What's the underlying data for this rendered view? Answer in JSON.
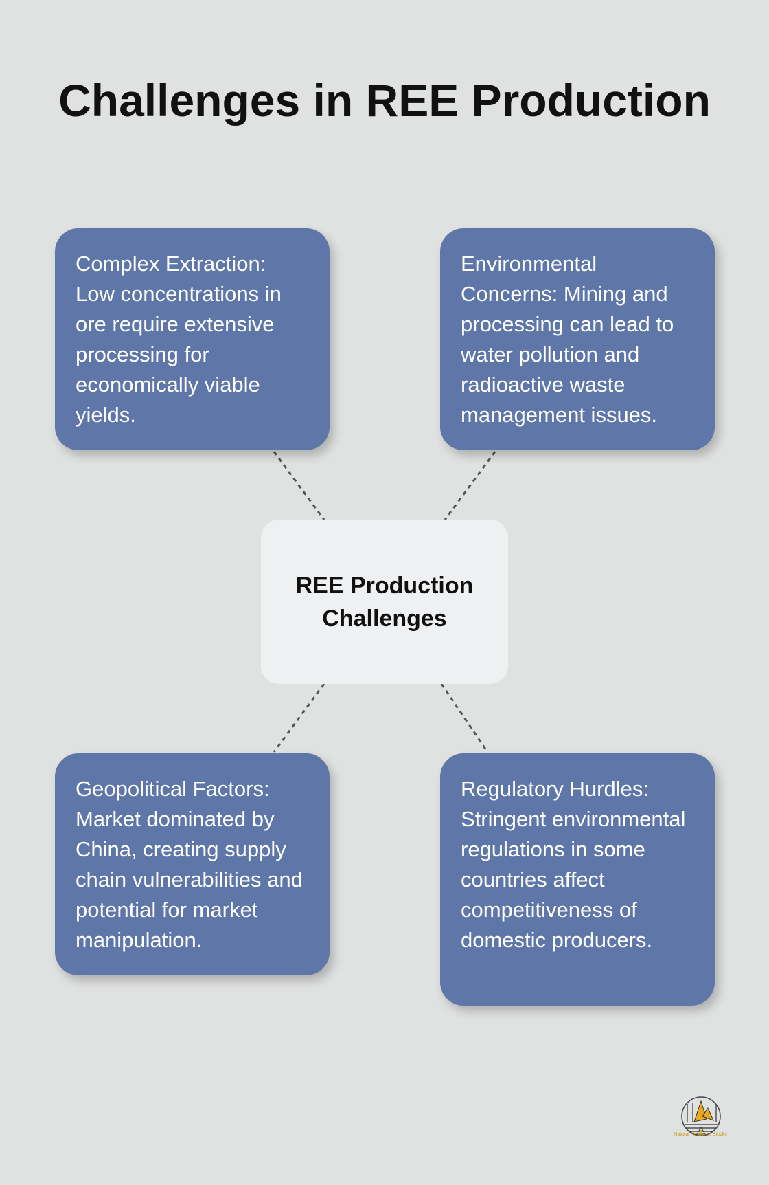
{
  "title": "Challenges in REE Production",
  "center": "REE Production Challenges",
  "cards": [
    {
      "text": "Complex Extraction: Low concentrations in ore require extensive processing for economically viable yields."
    },
    {
      "text": "Environmental Concerns: Mining and processing can lead to water pollution and radioactive waste management issues."
    },
    {
      "text": "Geopolitical Factors: Market dominated by China, creating supply chain vulnerabilities and potential for market manipulation."
    },
    {
      "text": "Regulatory Hurdles: Stringent environmental regulations in some countries affect competitiveness of domestic producers."
    }
  ],
  "logo": {
    "text": "Natural Resource Stocks"
  },
  "colors": {
    "card": "#5e77a8",
    "center": "#eff0f2",
    "background": "#e0e1e1",
    "accent": "#e8a820"
  }
}
